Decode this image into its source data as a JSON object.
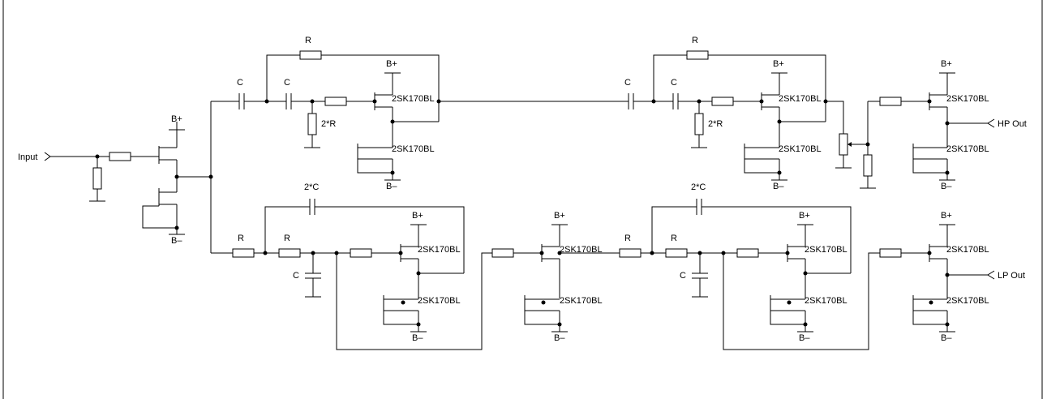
{
  "labels": {
    "input": "Input",
    "hp_out": "HP Out",
    "lp_out": "LP Out",
    "supply_pos": "B+",
    "supply_neg": "B–",
    "jfet_part": "2SK170BL",
    "resistor": "R",
    "capacitor": "C",
    "resistor_2x": "2*R",
    "capacitor_2x": "2*C"
  }
}
